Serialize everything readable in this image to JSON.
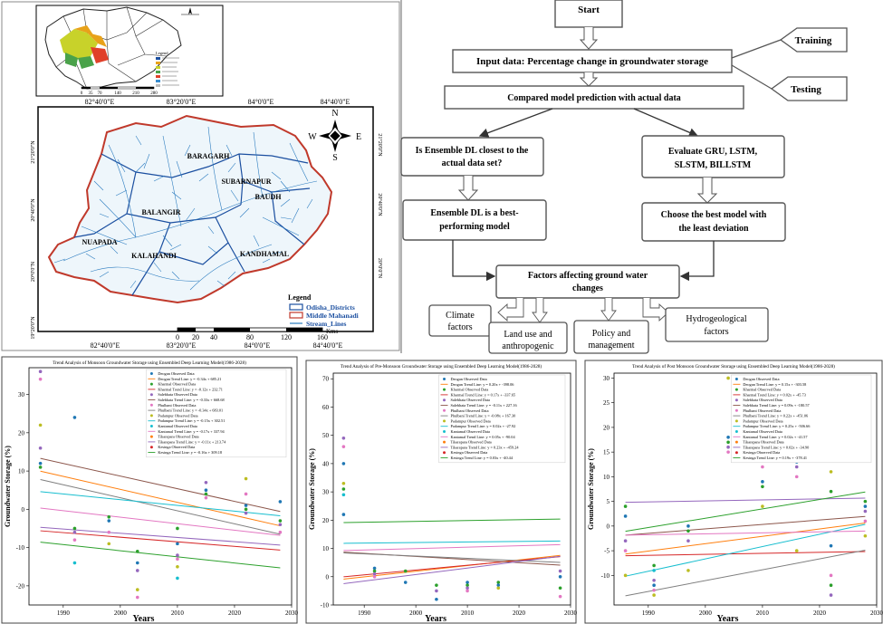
{
  "map": {
    "top_coords": [
      "82°40'0\"E",
      "83°20'0\"E",
      "84°0'0\"E",
      "84°40'0\"E"
    ],
    "bottom_coords": [
      "82°40'0\"E",
      "83°20'0\"E",
      "84°0'0\"E",
      "84°40'0\"E"
    ],
    "left_coords": [
      "21°20'0\"N",
      "20°40'0\"N",
      "20°0'0\"N",
      "19°20'0\"N"
    ],
    "right_coords": [
      "21°20'0\"N",
      "20°40'0\"N",
      "20°0'0\"N"
    ],
    "districts": [
      "BARAGARH",
      "SUBARNAPUR",
      "BAUDH",
      "BALANGIR",
      "NUAPADA",
      "KANDHAMAL",
      "KALAHANDI"
    ],
    "compass": {
      "n": "N",
      "s": "S",
      "e": "E",
      "w": "W"
    },
    "legend": {
      "title": "Legend",
      "items": [
        "Odisha_Districts",
        "Middle Mahanadi",
        "Stream_Lines"
      ]
    },
    "scale_ticks": [
      "0",
      "20",
      "40",
      "80",
      "120",
      "160"
    ],
    "scale_unit": "Kms",
    "inset_scale": [
      "0",
      "35",
      "70",
      "140",
      "210",
      "280"
    ],
    "colors": {
      "river": "#2a7bbf",
      "odisha_border": "#1b4fa0",
      "basin_border": "#c0392b",
      "inset_highlight": [
        "#e8a21a",
        "#c8d22a",
        "#4aa24a",
        "#e0402a"
      ]
    }
  },
  "flowchart": {
    "start": "Start",
    "input": "Input data: Percentage change in groundwater storage",
    "training": "Training",
    "testing": "Testing",
    "compare": "Compared model prediction with actual data",
    "question_line1": "Is Ensemble DL closest to the",
    "question_line2": "actual data set?",
    "evaluate_line1": "Evaluate GRU, LSTM,",
    "evaluate_line2": "SLSTM, BILLSTM",
    "best_line1": "Ensemble DL is a best-",
    "best_line2": "performing model",
    "choose_line1": "Choose the best model with",
    "choose_line2": "the least deviation",
    "factors_line1": "Factors affecting ground water",
    "factors_line2": "changes",
    "climate_line1": "Climate",
    "climate_line2": "factors",
    "landuse_line1": "Land use and",
    "landuse_line2": "anthropogenic",
    "policy_line1": "Policy and",
    "policy_line2": "management",
    "hydro_line1": "Hydrogeological",
    "hydro_line2": "factors"
  },
  "charts_common": {
    "xlabel": "Years",
    "ylabel": "Groundwater Storage (%)",
    "station_colors": [
      "#1f77b4",
      "#2ca02c",
      "#9467bd",
      "#e377c2",
      "#bcbd22",
      "#17becf",
      "#ff7f0e",
      "#d62728"
    ],
    "trend_colors": [
      "#ff7f0e",
      "#d62728",
      "#8c564b",
      "#7f7f7f",
      "#17becf",
      "#e377c2",
      "#9467bd",
      "#2ca02c"
    ]
  },
  "chart_data": [
    {
      "type": "scatter",
      "title": "Trend Analysis of Monsoon Groundwater Storage using Ensembled Deep Learning Model(1986-2028)",
      "xlabel": "Years",
      "ylabel": "Groundwater Storage (%)",
      "xlim": [
        1984,
        2030
      ],
      "ylim": [
        -25,
        37
      ],
      "xticks": [
        1990,
        2000,
        2010,
        2020,
        2030
      ],
      "yticks": [
        -20,
        -10,
        0,
        10,
        20,
        30
      ],
      "legend": [
        "Deogan Observed Data",
        "Deogan Trend Line: y = -0.34x + 685.21",
        "Kharmal Observed Data",
        "Kharmal Trend Line: y = -0.12x + 232.71",
        "Salebhata Observed Data",
        "Salebhata Trend Line: y = -0.33x + 668.68",
        "Phulbani Observed Data",
        "Phulbani Trend Line: y = -0.34x + 683.01",
        "Padampur Observed Data",
        "Padampur Trend Line: y = -0.15x + 302.51",
        "Kantamal Observed Data",
        "Kantamal Trend Line: y = -0.17x + 337.94",
        "Tikarapara Observed Data",
        "Tikarapara Trend Line: y = -0.11x + 213.74",
        "Kesinga Observed Data",
        "Kesinga Trend Line: y = -0.16x + 309.18"
      ],
      "trends": [
        {
          "m": -0.34,
          "b": 685.21
        },
        {
          "m": -0.12,
          "b": 232.71
        },
        {
          "m": -0.33,
          "b": 668.68
        },
        {
          "m": -0.34,
          "b": 683.01
        },
        {
          "m": -0.15,
          "b": 302.51
        },
        {
          "m": -0.17,
          "b": 337.94
        },
        {
          "m": -0.11,
          "b": 213.74
        },
        {
          "m": -0.16,
          "b": 309.18
        }
      ],
      "points": [
        [
          1986,
          36,
          2
        ],
        [
          1986,
          34,
          3
        ],
        [
          1986,
          22,
          4
        ],
        [
          1986,
          16,
          2
        ],
        [
          1986,
          12,
          0
        ],
        [
          1986,
          11,
          1
        ],
        [
          1992,
          24,
          0
        ],
        [
          1992,
          -5,
          1
        ],
        [
          1992,
          -6,
          2
        ],
        [
          1992,
          -8,
          3
        ],
        [
          1992,
          -14,
          5
        ],
        [
          1998,
          -2,
          1
        ],
        [
          1998,
          -3,
          0
        ],
        [
          1998,
          -6,
          3
        ],
        [
          1998,
          -9,
          4
        ],
        [
          2003,
          -11,
          1
        ],
        [
          2003,
          -14,
          0
        ],
        [
          2003,
          -16,
          2
        ],
        [
          2003,
          -21,
          4
        ],
        [
          2003,
          -23,
          3
        ],
        [
          2010,
          -5,
          1
        ],
        [
          2010,
          -9,
          0
        ],
        [
          2010,
          -12,
          2
        ],
        [
          2010,
          -13,
          3
        ],
        [
          2010,
          -15,
          4
        ],
        [
          2010,
          -18,
          5
        ],
        [
          2015,
          7,
          2
        ],
        [
          2015,
          5,
          0
        ],
        [
          2015,
          4,
          1
        ],
        [
          2015,
          3,
          3
        ],
        [
          2022,
          8,
          4
        ],
        [
          2022,
          4,
          3
        ],
        [
          2022,
          1,
          0
        ],
        [
          2022,
          0,
          1
        ],
        [
          2022,
          -1,
          2
        ],
        [
          2028,
          2,
          0
        ],
        [
          2028,
          -3,
          1
        ],
        [
          2028,
          -4,
          2
        ],
        [
          2028,
          -6,
          3
        ]
      ]
    },
    {
      "type": "scatter",
      "title": "Trend Analysis of Pre-Monsoon Groundwater Storage using Ensembled Deep Learning Model(1986-2028)",
      "xlabel": "Years",
      "ylabel": "Groundwater Storage (%)",
      "xlim": [
        1984,
        2030
      ],
      "ylim": [
        -10,
        72
      ],
      "xticks": [
        1990,
        2000,
        2010,
        2020,
        2030
      ],
      "yticks": [
        -10,
        0,
        10,
        20,
        30,
        40,
        50,
        60,
        70
      ],
      "legend": [
        "Deogan Observed Data",
        "Deogan Trend Line: y = 0.20x + -398.06",
        "Kharmal Observed Data",
        "Kharmal Trend Line: y = 0.17x + -337.65",
        "Salebhata Observed Data",
        "Salebhata Trend Line: y = -0.11x + 227.16",
        "Phulbani Observed Data",
        "Phulbani Trend Line: y = -0.08x + 167.30",
        "Padampur Observed Data",
        "Padampur Trend Line: y = 0.02x + -27.92",
        "Kantamal Observed Data",
        "Kantamal Trend Line: y = 0.05x + -90.04",
        "Tikarapara Observed Data",
        "Tikarapara Trend Line: y = 0.23x + -459.24",
        "Kesinga Observed Data",
        "Kesinga Trend Line: y = 0.03x + -40.44"
      ],
      "trends": [
        {
          "m": 0.2,
          "b": -398.06
        },
        {
          "m": 0.17,
          "b": -337.65
        },
        {
          "m": -0.11,
          "b": 227.16
        },
        {
          "m": -0.08,
          "b": 167.3
        },
        {
          "m": 0.02,
          "b": -27.92
        },
        {
          "m": 0.05,
          "b": -90.04
        },
        {
          "m": 0.23,
          "b": -459.24
        },
        {
          "m": 0.03,
          "b": -40.44
        }
      ],
      "points": [
        [
          1986,
          49,
          2
        ],
        [
          1986,
          46,
          3
        ],
        [
          1986,
          40,
          0
        ],
        [
          1986,
          33,
          4
        ],
        [
          1986,
          31,
          1
        ],
        [
          1986,
          29,
          5
        ],
        [
          1986,
          22,
          0
        ],
        [
          1992,
          3,
          0
        ],
        [
          1992,
          2,
          1
        ],
        [
          1992,
          1,
          2
        ],
        [
          1992,
          0,
          3
        ],
        [
          1998,
          2,
          1
        ],
        [
          1998,
          -2,
          0
        ],
        [
          2004,
          -3,
          1
        ],
        [
          2004,
          -5,
          2
        ],
        [
          2004,
          -8,
          0
        ],
        [
          2010,
          -2,
          0
        ],
        [
          2010,
          -3,
          1
        ],
        [
          2010,
          -4,
          2
        ],
        [
          2010,
          -5,
          3
        ],
        [
          2016,
          -2,
          1
        ],
        [
          2016,
          -3,
          0
        ],
        [
          2016,
          -4,
          4
        ],
        [
          2022,
          70,
          1
        ],
        [
          2022,
          65,
          0
        ],
        [
          2022,
          62,
          2
        ],
        [
          2022,
          58,
          4
        ],
        [
          2022,
          57,
          3
        ],
        [
          2028,
          2,
          2
        ],
        [
          2028,
          0,
          0
        ],
        [
          2028,
          -4,
          1
        ],
        [
          2028,
          -7,
          3
        ]
      ]
    },
    {
      "type": "scatter",
      "title": "Trend Analysis of Post Monsoon Groundwater Storage using Ensembled Deep Learning Model(1986-2028)",
      "xlabel": "Years",
      "ylabel": "Groundwater Storage (%)",
      "xlim": [
        1984,
        2030
      ],
      "ylim": [
        -16,
        31
      ],
      "xticks": [
        1990,
        2000,
        2010,
        2020,
        2030
      ],
      "yticks": [
        -10,
        -5,
        0,
        5,
        10,
        15,
        20,
        25,
        30
      ],
      "legend": [
        "Deogan Observed Data",
        "Deogan Trend Line: y = 0.15x + -303.58",
        "Kharmal Observed Data",
        "Kharmal Trend Line: y = 0.02x + -45.73",
        "Salebhata Observed Data",
        "Salebhata Trend Line: y = 0.09x + -180.57",
        "Phulbani Observed Data",
        "Phulbani Trend Line: y = 0.22x + -451.06",
        "Padampur Observed Data",
        "Padampur Trend Line: y = 0.25x + -506.66",
        "Kantamal Observed Data",
        "Kantamal Trend Line: y = 0.02x + -41.57",
        "Tikarapara Observed Data",
        "Tikarapara Trend Line: y = 0.02x + -34.90",
        "Kesinga Observed Data",
        "Kesinga Trend Line: y = 0.19x + -378.41"
      ],
      "trends": [
        {
          "m": 0.15,
          "b": -303.58
        },
        {
          "m": 0.02,
          "b": -45.73
        },
        {
          "m": 0.09,
          "b": -180.57
        },
        {
          "m": 0.22,
          "b": -451.06
        },
        {
          "m": 0.25,
          "b": -506.66
        },
        {
          "m": 0.02,
          "b": -41.57
        },
        {
          "m": 0.02,
          "b": -34.9
        },
        {
          "m": 0.19,
          "b": -378.41
        }
      ],
      "points": [
        [
          1986,
          4,
          1
        ],
        [
          1986,
          2,
          0
        ],
        [
          1986,
          -3,
          2
        ],
        [
          1986,
          -5,
          3
        ],
        [
          1986,
          -10,
          4
        ],
        [
          1991,
          -8,
          1
        ],
        [
          1991,
          -9,
          5
        ],
        [
          1991,
          -11,
          2
        ],
        [
          1991,
          -12,
          0
        ],
        [
          1991,
          -13,
          3
        ],
        [
          1991,
          -14,
          4
        ],
        [
          1997,
          0,
          0
        ],
        [
          1997,
          -1,
          1
        ],
        [
          1997,
          -3,
          2
        ],
        [
          1997,
          -9,
          4
        ],
        [
          2004,
          30,
          4
        ],
        [
          2004,
          18,
          0
        ],
        [
          2004,
          17,
          1
        ],
        [
          2004,
          16,
          2
        ],
        [
          2004,
          15,
          3
        ],
        [
          2010,
          20,
          2
        ],
        [
          2010,
          12,
          3
        ],
        [
          2010,
          9,
          0
        ],
        [
          2010,
          8,
          1
        ],
        [
          2010,
          4,
          4
        ],
        [
          2016,
          15,
          1
        ],
        [
          2016,
          13,
          0
        ],
        [
          2016,
          12,
          2
        ],
        [
          2016,
          10,
          3
        ],
        [
          2016,
          -5,
          4
        ],
        [
          2022,
          11,
          4
        ],
        [
          2022,
          7,
          1
        ],
        [
          2022,
          -4,
          0
        ],
        [
          2022,
          -10,
          3
        ],
        [
          2022,
          -12,
          1
        ],
        [
          2022,
          -14,
          2
        ],
        [
          2028,
          5,
          1
        ],
        [
          2028,
          4,
          0
        ],
        [
          2028,
          3,
          2
        ],
        [
          2028,
          1,
          3
        ],
        [
          2028,
          -2,
          4
        ]
      ]
    }
  ]
}
